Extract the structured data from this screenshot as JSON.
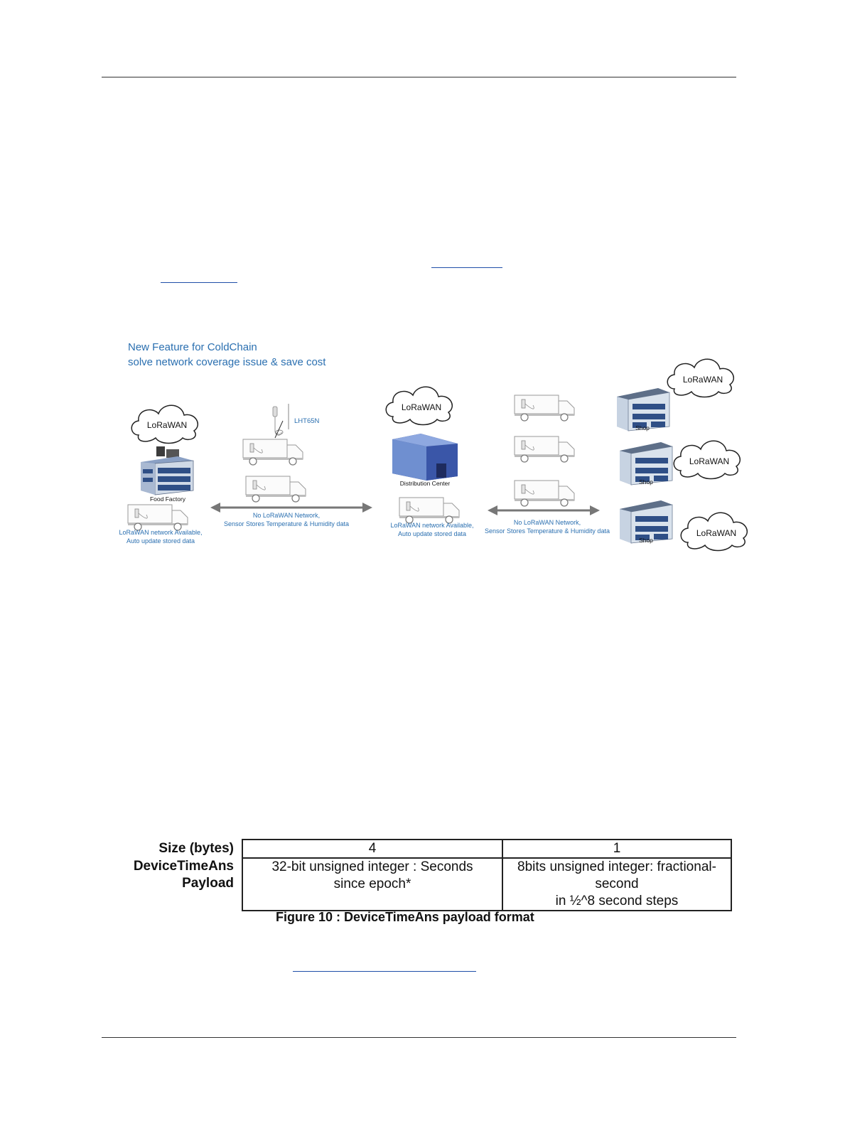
{
  "diagram": {
    "heading_line1": "New Feature for ColdChain",
    "heading_line2": "solve network coverage issue & save cost",
    "cloud_label": "LoRaWAN",
    "sensor_label": "LHT65N",
    "food_factory_label": "Food Factory",
    "distribution_center_label": "Distribution Center",
    "shop_label": "Shop",
    "factory_caption_line1": "LoRaWAN network Available,",
    "factory_caption_line2": "Auto update stored data",
    "dc_caption_line1": "LoRaWAN network Available,",
    "dc_caption_line2": "Auto update stored data",
    "arrow1_line1": "No LoRaWAN Network,",
    "arrow1_line2": "Sensor Stores Temperature & Humidity data",
    "arrow2_line1": "No LoRaWAN Network,",
    "arrow2_line2": "Sensor Stores Temperature & Humidity data",
    "colors": {
      "text_blue": "#2a6fb0",
      "building_blue": "#4a73b8"
    }
  },
  "payload_table": {
    "row_label_size": "Size (bytes)",
    "row_label_payload_line1": "DeviceTimeAns",
    "row_label_payload_line2": "Payload",
    "size_col1": "4",
    "size_col2": "1",
    "payload_col1_line1": "32-bit unsigned integer : Seconds",
    "payload_col1_line2": "since epoch*",
    "payload_col2_line1": "8bits unsigned integer: fractional-",
    "payload_col2_line2": "second",
    "payload_col2_line3": "in ½^8 second steps",
    "caption": "Figure 10 : DeviceTimeAns payload format"
  }
}
